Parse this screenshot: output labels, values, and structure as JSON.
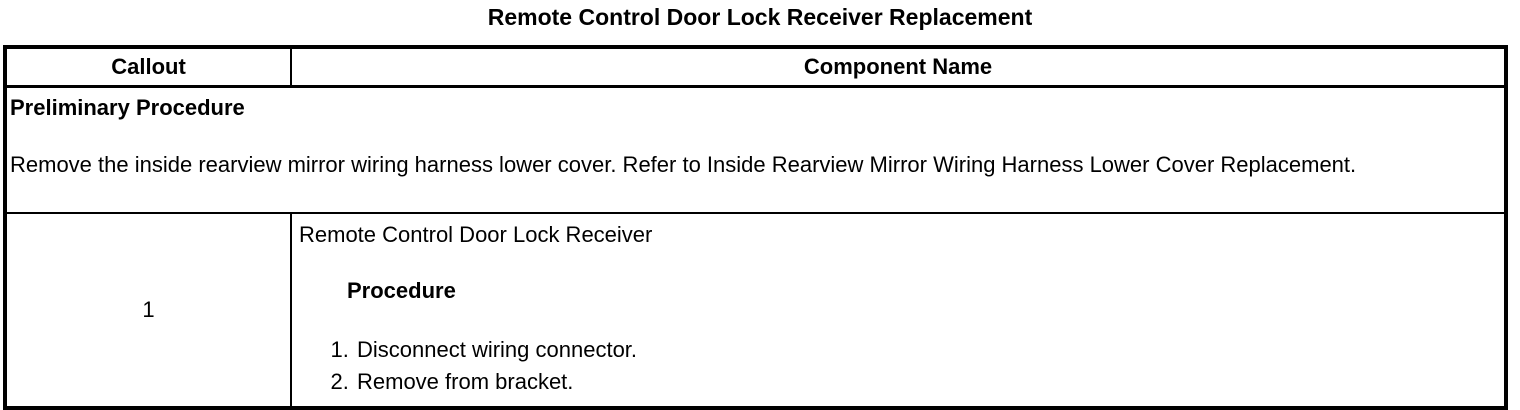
{
  "title": "Remote Control Door Lock Receiver Replacement",
  "colors": {
    "text": "#000000",
    "background": "#ffffff",
    "border": "#000000"
  },
  "table": {
    "headers": {
      "callout": "Callout",
      "component_name": "Component Name"
    },
    "preliminary": {
      "heading": "Preliminary Procedure",
      "body": "Remove the inside rearview mirror wiring harness lower cover. Refer to Inside Rearview Mirror Wiring Harness Lower Cover Replacement."
    },
    "rows": [
      {
        "callout": "1",
        "component": "Remote Control Door Lock Receiver",
        "procedure_label": "Procedure",
        "steps": [
          "Disconnect wiring connector.",
          "Remove from bracket."
        ]
      }
    ]
  }
}
